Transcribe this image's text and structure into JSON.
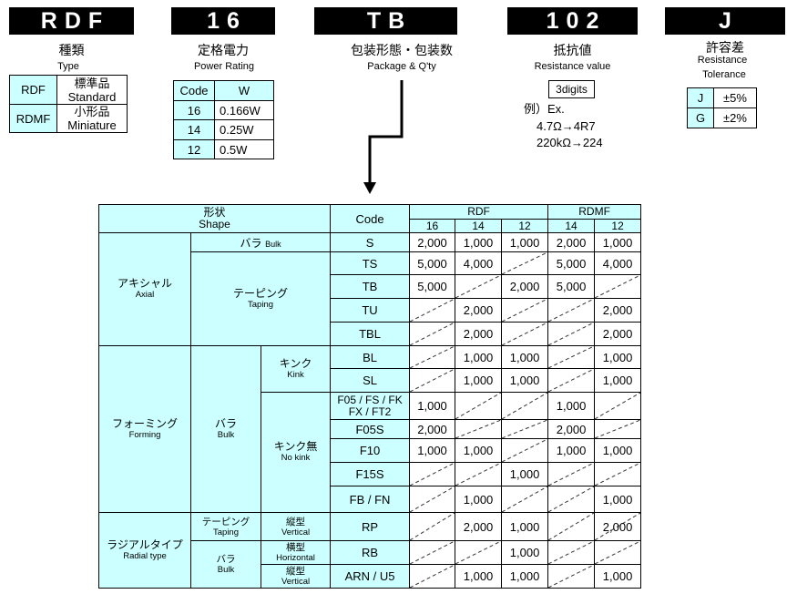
{
  "part_number": [
    {
      "code": "RDF",
      "title_ja": "種類",
      "title_en": [
        "Type"
      ]
    },
    {
      "code": "16",
      "title_ja": "定格電力",
      "title_en": [
        "Power Rating"
      ]
    },
    {
      "code": "TB",
      "title_ja": "包装形態・包装数",
      "title_en": [
        "Package & Q'ty"
      ]
    },
    {
      "code": "102",
      "title_ja": "抵抗値",
      "title_en": [
        "Resistance value"
      ]
    },
    {
      "code": "J",
      "title_ja": "許容差",
      "title_en": [
        "Resistance",
        "Tolerance"
      ]
    }
  ],
  "type_table": {
    "rows": [
      {
        "code": "RDF",
        "ja": "標準品",
        "en": "Standard"
      },
      {
        "code": "RDMF",
        "ja": "小形品",
        "en": "Miniature"
      }
    ]
  },
  "power_table": {
    "header": {
      "code": "Code",
      "value": "W"
    },
    "rows": [
      {
        "code": "16",
        "value": "0.166W"
      },
      {
        "code": "14",
        "value": "0.25W"
      },
      {
        "code": "12",
        "value": "0.5W"
      }
    ]
  },
  "resistance": {
    "format": "3digits",
    "example_label": "例）Ex.",
    "examples": [
      "4.7Ω→4R7",
      "220kΩ→224"
    ]
  },
  "tolerance_table": {
    "rows": [
      {
        "code": "J",
        "value": "±5%"
      },
      {
        "code": "G",
        "value": "±2%"
      }
    ]
  },
  "package_table": {
    "header": {
      "shape_ja": "形状",
      "shape_en": "Shape",
      "code": "Code",
      "series": [
        {
          "name": "RDF",
          "sizes": [
            "16",
            "14",
            "12"
          ]
        },
        {
          "name": "RDMF",
          "sizes": [
            "14",
            "12"
          ]
        }
      ]
    },
    "sections": [
      {
        "ja": "アキシャル",
        "en": "Axial",
        "groups": [
          {
            "ja": "バラ",
            "en": "Bulk",
            "rows": [
              {
                "code": "S",
                "values": [
                  "2,000",
                  "1,000",
                  "1,000",
                  "2,000",
                  "1,000"
                ]
              }
            ]
          },
          {
            "ja": "テーピング",
            "en": "Taping",
            "rows": [
              {
                "code": "TS",
                "values": [
                  "5,000",
                  "4,000",
                  null,
                  "5,000",
                  "4,000"
                ]
              },
              {
                "code": "TB",
                "values": [
                  "5,000",
                  null,
                  "2,000",
                  "5,000",
                  null
                ]
              },
              {
                "code": "TU",
                "values": [
                  null,
                  "2,000",
                  null,
                  null,
                  "2,000"
                ]
              },
              {
                "code": "TBL",
                "values": [
                  null,
                  "2,000",
                  null,
                  null,
                  "2,000"
                ]
              }
            ]
          }
        ]
      },
      {
        "ja": "フォーミング",
        "en": "Forming",
        "groups": [
          {
            "ja": "バラ",
            "en": "Bulk",
            "subgroups": [
              {
                "ja": "キンク",
                "en": "Kink",
                "rows": [
                  {
                    "code": "BL",
                    "values": [
                      null,
                      "1,000",
                      "1,000",
                      null,
                      "1,000"
                    ]
                  },
                  {
                    "code": "SL",
                    "values": [
                      null,
                      "1,000",
                      "1,000",
                      null,
                      "1,000"
                    ]
                  }
                ]
              },
              {
                "ja": "キンク無",
                "en": "No kink",
                "rows": [
                  {
                    "code": "F05 / FS / FK",
                    "code_line2": "FX / FT2",
                    "values": [
                      "1,000",
                      null,
                      null,
                      "1,000",
                      null
                    ]
                  },
                  {
                    "code": "F05S",
                    "values": [
                      "2,000",
                      null,
                      null,
                      "2,000",
                      null
                    ]
                  },
                  {
                    "code": "F10",
                    "values": [
                      "1,000",
                      "1,000",
                      null,
                      "1,000",
                      "1,000"
                    ]
                  },
                  {
                    "code": "F15S",
                    "values": [
                      null,
                      null,
                      "1,000",
                      null,
                      null
                    ]
                  },
                  {
                    "code": "FB / FN",
                    "values": [
                      null,
                      "1,000",
                      null,
                      null,
                      "1,000"
                    ]
                  }
                ]
              }
            ]
          }
        ]
      },
      {
        "ja": "ラジアルタイプ",
        "en": "Radial type",
        "groups": [
          {
            "ja": "テーピング",
            "en": "Taping",
            "subgroups": [
              {
                "ja": "縦型",
                "en": "Vertical",
                "rows": [
                  {
                    "code": "RP",
                    "values": [
                      null,
                      "2,000",
                      "1,000",
                      null,
                      "2,000"
                    ],
                    "slashed": [
                      4
                    ]
                  }
                ]
              }
            ]
          },
          {
            "ja": "バラ",
            "en": "Bulk",
            "subgroups": [
              {
                "ja": "横型",
                "en": "Horizontal",
                "rows": [
                  {
                    "code": "RB",
                    "values": [
                      null,
                      null,
                      "1,000",
                      null,
                      null
                    ]
                  }
                ]
              },
              {
                "ja": "縦型",
                "en": "Vertical",
                "rows": [
                  {
                    "code": "ARN / U5",
                    "values": [
                      null,
                      "1,000",
                      "1,000",
                      null,
                      "1,000"
                    ]
                  }
                ]
              }
            ]
          }
        ]
      }
    ]
  },
  "colors": {
    "label_fill": "#CCFFFF",
    "code_box_fill": "#000000",
    "code_box_text": "#FFFFFF",
    "not_available_mark": "#333333"
  }
}
